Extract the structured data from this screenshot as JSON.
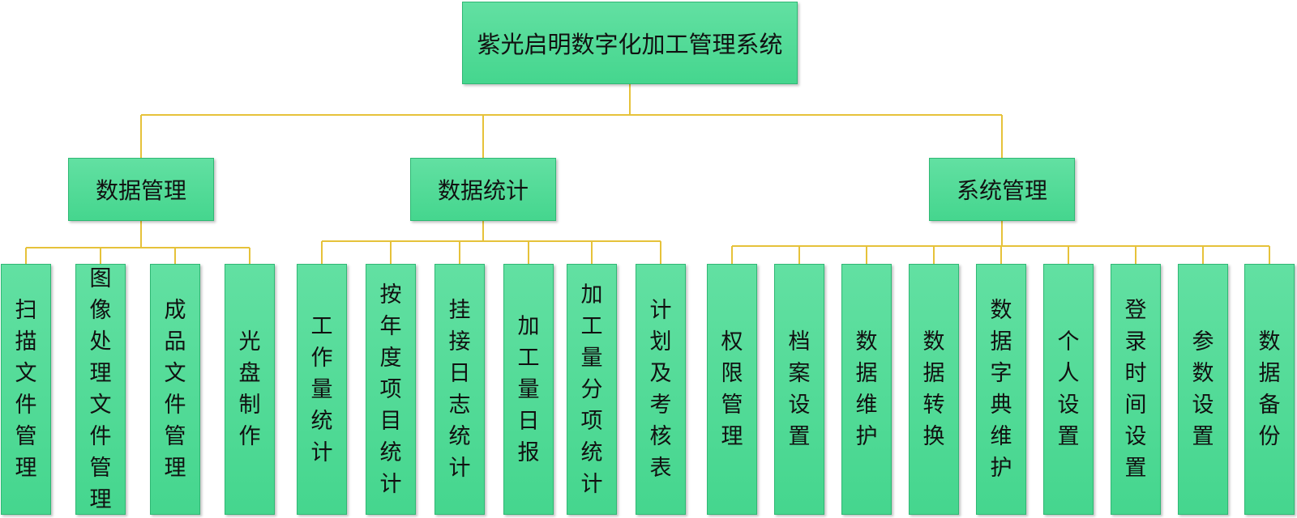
{
  "root": {
    "label": "紫光启明数字化加工管理系统"
  },
  "groups": [
    {
      "label": "数据管理",
      "children": [
        "扫描文件管理",
        "图像处理文件管理",
        "成品文件管理",
        "光盘制作"
      ]
    },
    {
      "label": "数据统计",
      "children": [
        "工作量统计",
        "按年度项目统计",
        "挂接日志统计",
        "加工量日报",
        "加工量分项统计",
        "计划及考核表"
      ]
    },
    {
      "label": "系统管理",
      "children": [
        "权限管理",
        "档案设置",
        "数据维护",
        "数据转换",
        "数据字典维护",
        "个人设置",
        "登录时间设置",
        "参数设置",
        "数据备份"
      ]
    }
  ],
  "colors": {
    "box": "#4fd993",
    "border": "#2fb874",
    "connector": "#e6c23a"
  }
}
